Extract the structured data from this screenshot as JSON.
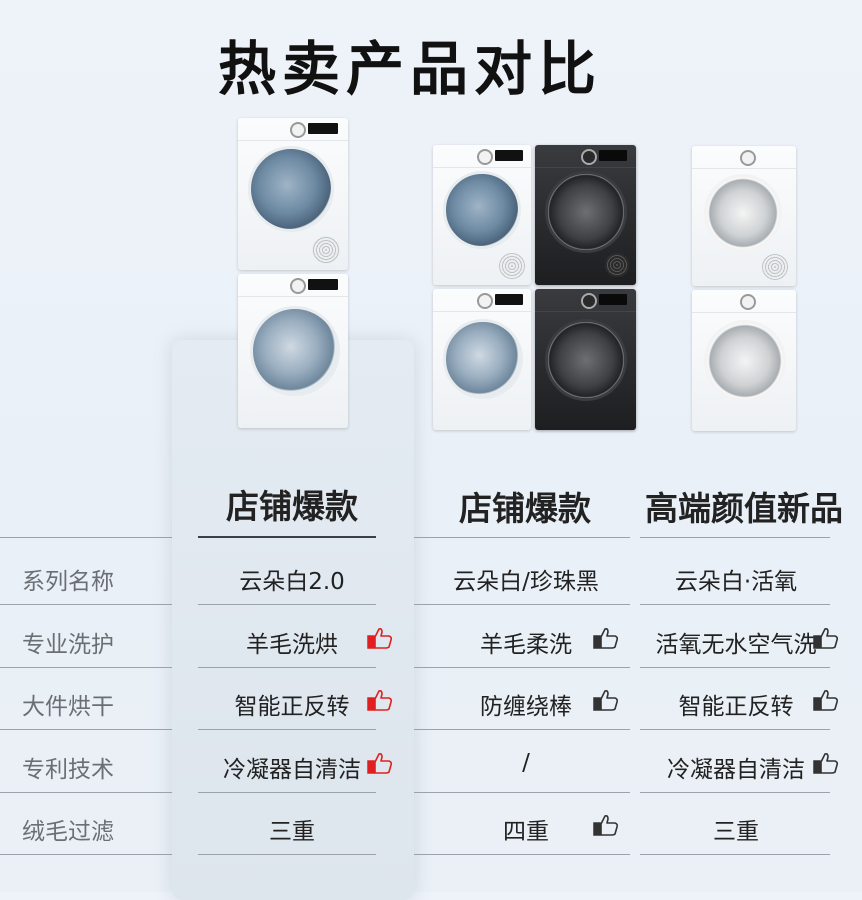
{
  "title": "热卖产品对比",
  "columns": [
    {
      "header": "店铺爆款",
      "highlighted": true
    },
    {
      "header": "店铺爆款",
      "highlighted": false
    },
    {
      "header": "高端颜值新品",
      "highlighted": false
    }
  ],
  "rows": [
    {
      "label": "系列名称",
      "values": [
        "云朵白2.0",
        "云朵白/珍珠黑",
        "云朵白·活氧"
      ],
      "thumbs": [
        false,
        false,
        false
      ]
    },
    {
      "label": "专业洗护",
      "values": [
        "羊毛洗烘",
        "羊毛柔洗",
        "活氧无水空气洗"
      ],
      "thumbs": [
        true,
        true,
        true
      ]
    },
    {
      "label": "大件烘干",
      "values": [
        "智能正反转",
        "防缠绕棒",
        "智能正反转"
      ],
      "thumbs": [
        true,
        true,
        true
      ]
    },
    {
      "label": "专利技术",
      "values": [
        "冷凝器自清洁",
        "/",
        "冷凝器自清洁"
      ],
      "thumbs": [
        true,
        false,
        true
      ]
    },
    {
      "label": "绒毛过滤",
      "values": [
        "三重",
        "四重",
        "三重"
      ],
      "thumbs": [
        false,
        true,
        false
      ]
    }
  ],
  "products": [
    {
      "name": "product-1-white-stack",
      "color": "white"
    },
    {
      "name": "product-2-white-black-pair",
      "color": "white/black"
    },
    {
      "name": "product-3-white-stack",
      "color": "white"
    }
  ],
  "colors": {
    "thumb_highlight": "#e02020",
    "thumb_outline": "#333333",
    "background": "#eef3f9"
  }
}
